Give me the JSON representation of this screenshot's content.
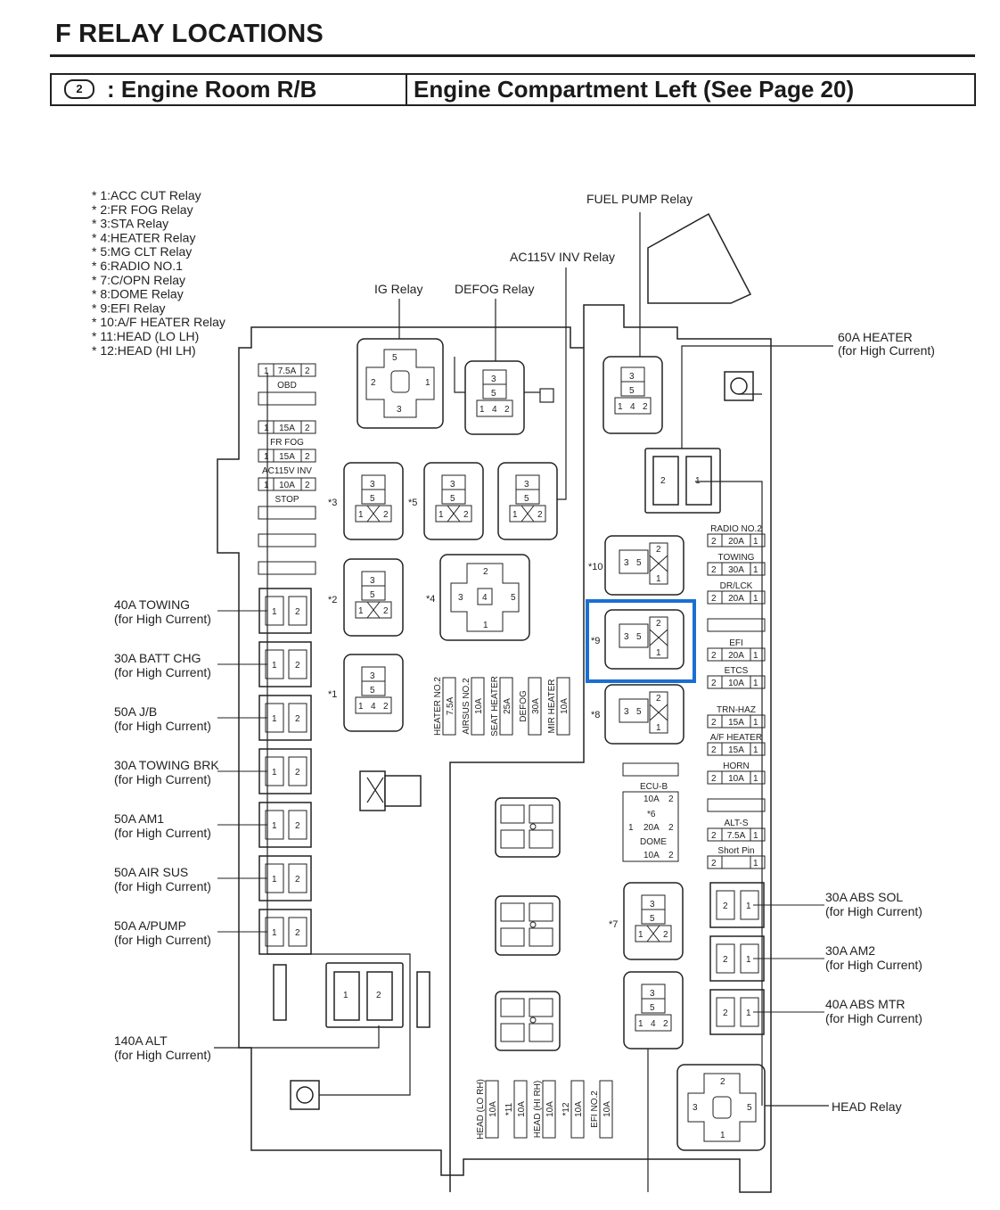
{
  "header": {
    "section_title": "F  RELAY LOCATIONS",
    "badge": "2",
    "left_label": ": Engine Room R/B",
    "right_label": "Engine Compartment Left (See Page 20)"
  },
  "legend": [
    "* 1:ACC CUT Relay",
    "* 2:FR FOG Relay",
    "* 3:STA Relay",
    "* 4:HEATER Relay",
    "* 5:MG CLT Relay",
    "* 6:RADIO NO.1",
    "* 7:C/OPN Relay",
    "* 8:DOME Relay",
    "* 9:EFI Relay",
    "* 10:A/F HEATER Relay",
    "* 11:HEAD (LO LH)",
    "* 12:HEAD (HI LH)"
  ],
  "callouts": {
    "fuel_pump": "FUEL PUMP Relay",
    "ac115v": "AC115V INV Relay",
    "ig": "IG Relay",
    "defog": "DEFOG Relay",
    "heater60": "60A HEATER",
    "heater60_sub": "(for High Current)",
    "head_relay": "HEAD Relay"
  },
  "left_fuses": [
    {
      "name": "40A TOWING",
      "sub": "(for High Current)"
    },
    {
      "name": "30A BATT CHG",
      "sub": "(for High Current)"
    },
    {
      "name": "50A J/B",
      "sub": "(for High Current)"
    },
    {
      "name": "30A TOWING BRK",
      "sub": "(for High Current)"
    },
    {
      "name": "50A AM1",
      "sub": "(for High Current)"
    },
    {
      "name": "50A AIR SUS",
      "sub": "(for High Current)"
    },
    {
      "name": "50A A/PUMP",
      "sub": "(for High Current)"
    }
  ],
  "alt_fuse": {
    "name": "140A ALT",
    "sub": "(for High Current)"
  },
  "right_fuses": [
    {
      "name": "30A ABS SOL",
      "sub": "(for High Current)"
    },
    {
      "name": "30A AM2",
      "sub": "(for High Current)"
    },
    {
      "name": "40A ABS MTR",
      "sub": "(for High Current)"
    }
  ],
  "small_fuses_left": [
    {
      "amp": "7.5A",
      "name": "OBD"
    },
    {
      "amp": "15A",
      "name": "FR FOG"
    },
    {
      "amp": "15A",
      "name": "AC115V INV"
    },
    {
      "amp": "10A",
      "name": "STOP"
    }
  ],
  "small_fuses_right": [
    {
      "name": "RADIO NO.2",
      "amp": "20A"
    },
    {
      "name": "TOWING",
      "amp": "30A"
    },
    {
      "name": "DR/LCK",
      "amp": "20A"
    },
    {
      "name": "EFI",
      "amp": "20A"
    },
    {
      "name": "ETCS",
      "amp": "10A"
    },
    {
      "name": "TRN-HAZ",
      "amp": "15A"
    },
    {
      "name": "A/F HEATER",
      "amp": "15A"
    },
    {
      "name": "HORN",
      "amp": "10A"
    },
    {
      "name": "ALT-S",
      "amp": "7.5A"
    },
    {
      "name": "Short Pin",
      "amp": ""
    }
  ],
  "mid_fuses": [
    {
      "name": "HEATER NO.2",
      "amp": "7.5A"
    },
    {
      "name": "AIRSUS NO.2",
      "amp": "10A"
    },
    {
      "name": "SEAT HEATER",
      "amp": "25A"
    },
    {
      "name": "DEFOG",
      "amp": "30A"
    },
    {
      "name": "MIR HEATER",
      "amp": "10A"
    }
  ],
  "bottom_fuses": [
    {
      "name": "HEAD (LO RH)",
      "amp": "10A"
    },
    {
      "name": "*11",
      "amp": "10A"
    },
    {
      "name": "HEAD (HI RH)",
      "amp": "10A"
    },
    {
      "name": "*12",
      "amp": "10A"
    },
    {
      "name": "EFI NO.2",
      "amp": "10A"
    }
  ],
  "ecu_block": {
    "ecu_b": "ECU-B",
    "ecu_b_amp": "10A",
    "star6": "*6",
    "star6_amp": "20A",
    "dome": "DOME",
    "dome_amp": "10A"
  },
  "relay_marks": {
    "r1": "*1",
    "r2": "*2",
    "r3": "*3",
    "r4": "*4",
    "r5": "*5",
    "r7": "*7",
    "r8": "*8",
    "r9": "*9",
    "r10": "*10"
  },
  "colors": {
    "highlight": "#1a6fd1",
    "line": "#222222"
  }
}
